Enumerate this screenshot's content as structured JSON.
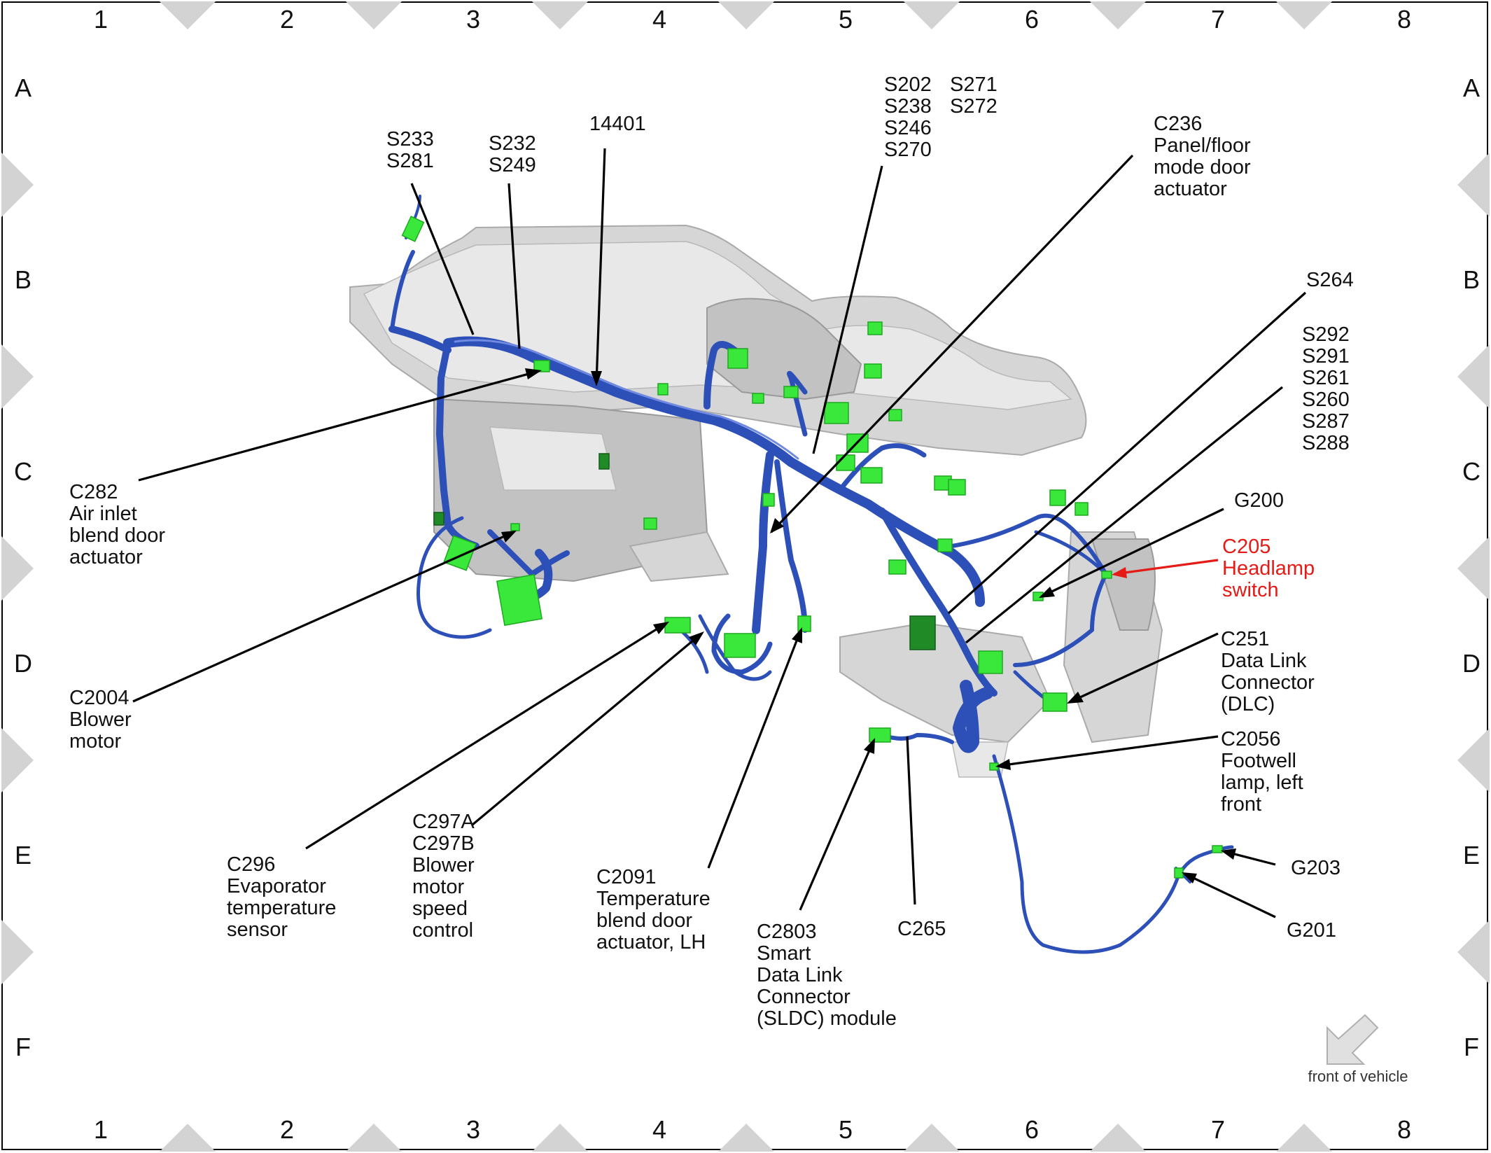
{
  "grid": {
    "columns": [
      "1",
      "2",
      "3",
      "4",
      "5",
      "6",
      "7",
      "8"
    ],
    "rows": [
      "A",
      "B",
      "C",
      "D",
      "E",
      "F"
    ]
  },
  "callouts": {
    "s233": [
      "S233",
      "S281"
    ],
    "s232": [
      "S232",
      "S249"
    ],
    "p14401": [
      "14401"
    ],
    "s202": [
      "S202",
      "S238",
      "S246",
      "S270"
    ],
    "s271": [
      "S271",
      "S272"
    ],
    "c236": [
      "C236",
      "Panel/floor",
      "mode door",
      "actuator"
    ],
    "s264": [
      "S264"
    ],
    "s292": [
      "S292",
      "S291",
      "S261",
      "S260",
      "S287",
      "S288"
    ],
    "g200": [
      "G200"
    ],
    "c205": [
      "C205",
      "Headlamp",
      "switch"
    ],
    "c251": [
      "C251",
      "Data Link",
      "Connector",
      "(DLC)"
    ],
    "c2056": [
      "C2056",
      "Footwell",
      "lamp, left",
      "front"
    ],
    "g203": [
      "G203"
    ],
    "g201": [
      "G201"
    ],
    "c282": [
      "C282",
      "Air inlet",
      "blend door",
      "actuator"
    ],
    "c2004": [
      "C2004",
      "Blower",
      "motor"
    ],
    "c296": [
      "C296",
      "Evaporator",
      "temperature",
      "sensor"
    ],
    "c297": [
      "C297A",
      "C297B",
      "Blower",
      "motor",
      "speed",
      "control"
    ],
    "c2091": [
      "C2091",
      "Temperature",
      "blend door",
      "actuator, LH"
    ],
    "c2803": [
      "C2803",
      "Smart",
      "Data Link",
      "Connector",
      "(SLDC) module"
    ],
    "c265": [
      "C265"
    ]
  },
  "front_note": "front of vehicle",
  "colors": {
    "harness": "#2d4fb8",
    "connector": "#39e83a",
    "highlight_callout": "#e41b17",
    "frame_diamond": "#d3d3d3"
  },
  "icons": {
    "front_arrow": "arrow-down-left-icon"
  }
}
